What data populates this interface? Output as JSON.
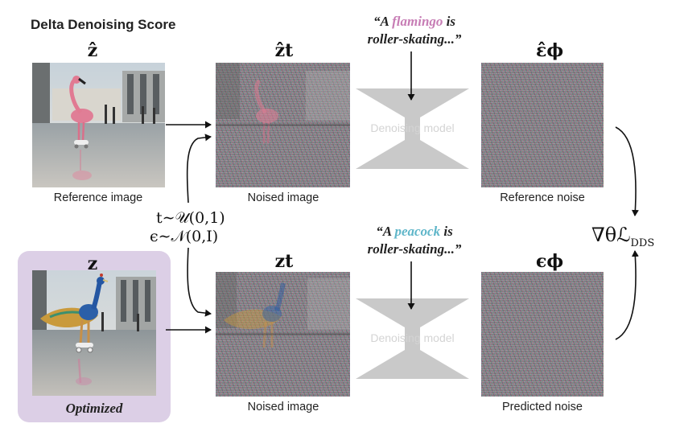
{
  "title": "Delta Denoising Score",
  "top": {
    "ref_symbol": "ẑ",
    "noised_symbol": "ẑt",
    "noise_symbol": "ε̂ϕ",
    "ref_caption": "Reference image",
    "noised_caption": "Noised image",
    "noise_caption": "Reference noise",
    "prompt_prefix": "“A ",
    "prompt_keyword": "flamingo",
    "prompt_suffix": " is",
    "prompt_line2": "roller-skating...”",
    "keyword_color": "#c77db5",
    "model_label": "Denoising model"
  },
  "bottom": {
    "opt_symbol": "z",
    "noised_symbol": "zt",
    "noise_symbol": "ϵϕ",
    "opt_caption": "Optimized",
    "noised_caption": "Noised image",
    "noise_caption": "Predicted noise",
    "prompt_prefix": "“A ",
    "prompt_keyword": "peacock",
    "prompt_suffix": " is",
    "prompt_line2": "roller-skating...”",
    "keyword_color": "#5fb6c9",
    "model_label": "Denoising model"
  },
  "sampling": {
    "t_line": "t∼𝒰(0,1)",
    "eps_line": "ϵ∼𝒩(0,I)"
  },
  "loss": {
    "prefix": "∇θℒ",
    "subscript": "DDS"
  },
  "colors": {
    "model_fill": "#c9c9c9",
    "optimized_bg": "#dccfe6"
  }
}
